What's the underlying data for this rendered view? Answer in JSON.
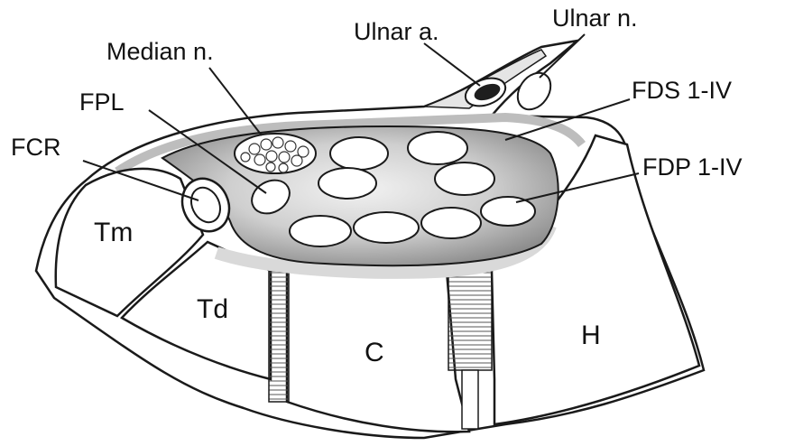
{
  "labels": {
    "median_n": "Median n.",
    "ulnar_a": "Ulnar a.",
    "ulnar_n": "Ulnar n.",
    "fpl": "FPL",
    "fcr": "FCR",
    "fds": "FDS 1-IV",
    "fdp": "FDP 1-IV"
  },
  "bones": {
    "tm": "Tm",
    "td": "Td",
    "c": "C",
    "h": "H"
  },
  "colors": {
    "line": "#1a1a1a",
    "canal_fill": "#b3b3b3",
    "canal_edge": "#e3e3e3",
    "bone_fill": "#ffffff",
    "artery": "#1e1e1e"
  }
}
